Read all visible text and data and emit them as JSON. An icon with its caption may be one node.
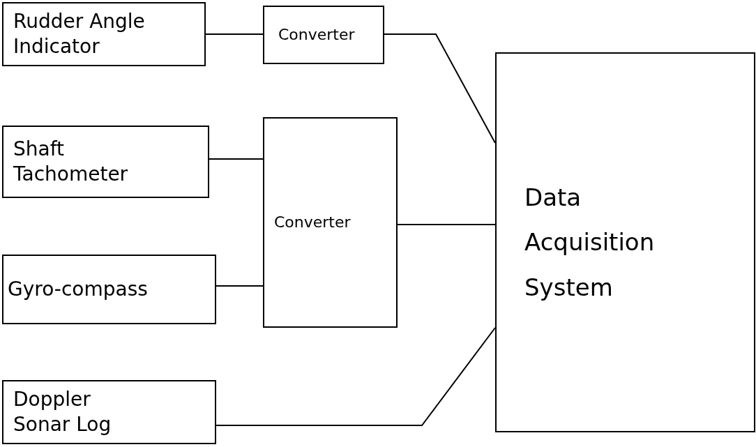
{
  "diagram": {
    "nodes": [
      {
        "text": [
          "Rudder Angle Indicator"
        ]
      },
      {
        "text": [
          "Converter"
        ]
      },
      {
        "text": [
          "Shaft Tachometer"
        ]
      },
      {
        "text": [
          "Converter"
        ]
      },
      {
        "text": [
          "Gyro-compass"
        ]
      },
      {
        "text": [
          "Doppler Sonar Log"
        ]
      },
      {
        "text": [
          "Data Acquisition System"
        ]
      }
    ],
    "edges": [
      {
        "from": 0,
        "to": 1,
        "arrow": "none"
      },
      {
        "from": 1,
        "to": 6,
        "arrow": "none"
      },
      {
        "from": 2,
        "to": 3,
        "arrow": "none"
      },
      {
        "from": 4,
        "to": 3,
        "arrow": "none"
      },
      {
        "from": 3,
        "to": 6,
        "arrow": "none"
      },
      {
        "from": 5,
        "to": 6,
        "arrow": "none"
      }
    ]
  }
}
